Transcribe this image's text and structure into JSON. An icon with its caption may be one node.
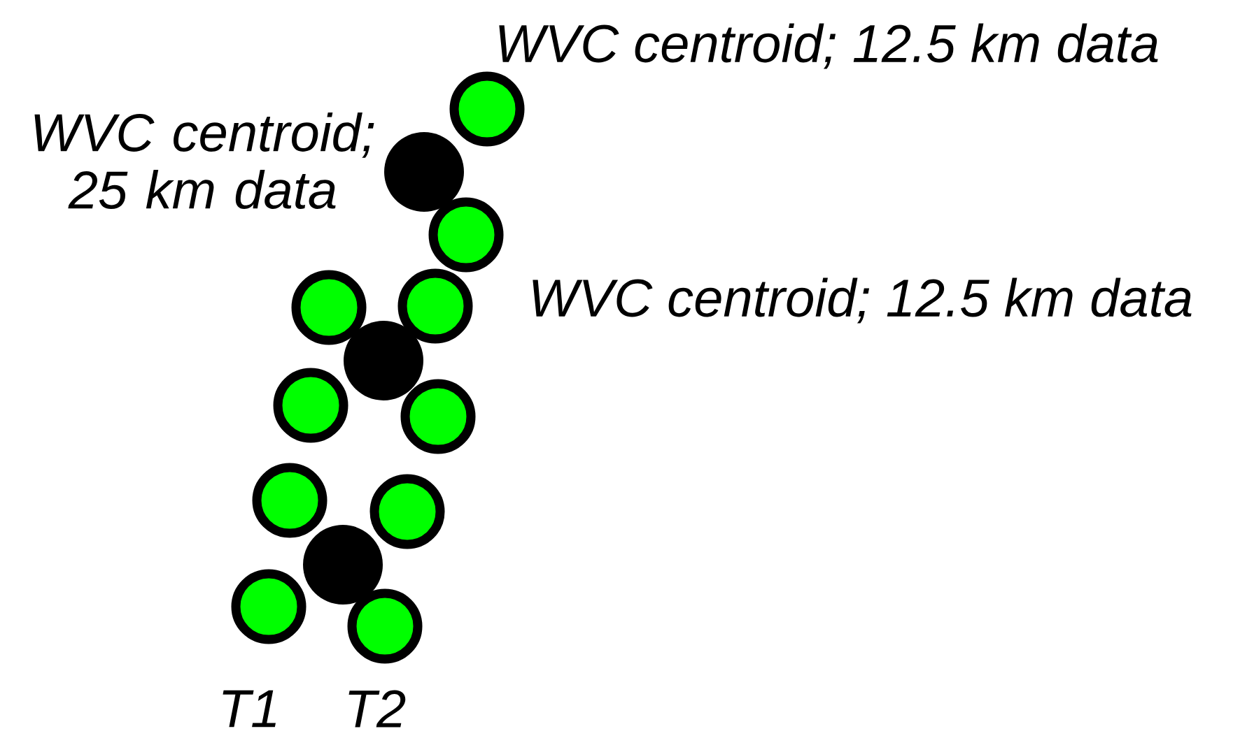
{
  "diagram": {
    "nodes": [
      {
        "text": [],
        "shape": "circle"
      },
      {
        "text": [],
        "shape": "circle"
      },
      {
        "text": [],
        "shape": "circle"
      },
      {
        "text": [],
        "shape": "circle"
      },
      {
        "text": [],
        "shape": "circle"
      },
      {
        "text": [],
        "shape": "circle"
      },
      {
        "text": [],
        "shape": "circle"
      },
      {
        "text": [],
        "shape": "circle"
      },
      {
        "text": [],
        "shape": "circle"
      },
      {
        "text": [],
        "shape": "circle"
      },
      {
        "text": [],
        "shape": "circle"
      },
      {
        "text": [],
        "shape": "circle"
      },
      {
        "text": [],
        "shape": "circle"
      }
    ],
    "labels": [
      "WVC centroid; 12.5 km data",
      "WVC centroid; 25 km data",
      "WVC centroid; 12.5 km data",
      "T1",
      "T2"
    ]
  }
}
